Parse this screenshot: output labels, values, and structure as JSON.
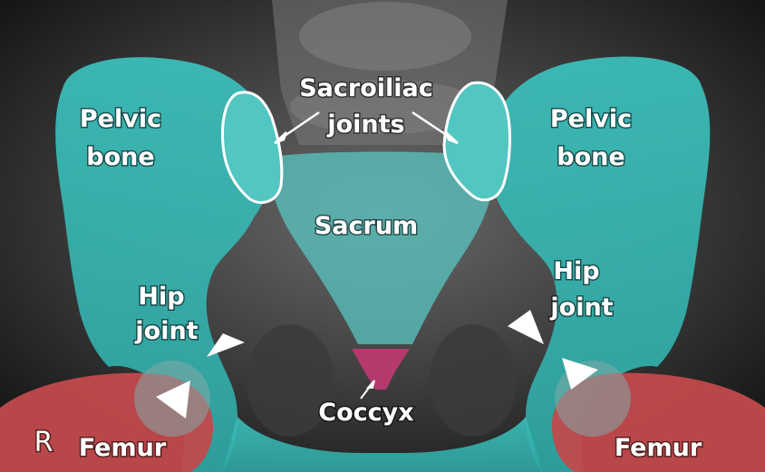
{
  "image_type": "annotated pelvic x-ray",
  "colors": {
    "background": "#2b2b2b",
    "pelvic_bone": "#39b8b5",
    "sacrum": "#59c2be",
    "femur": "#c2494b",
    "coccyx": "#b43a6d",
    "outline": "#ffffff"
  },
  "labels": {
    "pelvic_bone_left_line1": "Pelvic",
    "pelvic_bone_left_line2": "bone",
    "pelvic_bone_right_line1": "Pelvic",
    "pelvic_bone_right_line2": "bone",
    "sacroiliac_line1": "Sacroiliac",
    "sacroiliac_line2": "joints",
    "sacrum": "Sacrum",
    "hip_joint_left_line1": "Hip",
    "hip_joint_left_line2": "joint",
    "hip_joint_right_line1": "Hip",
    "hip_joint_right_line2": "joint",
    "coccyx": "Coccyx",
    "femur_left": "Femur",
    "femur_right": "Femur",
    "side_marker": "R"
  }
}
